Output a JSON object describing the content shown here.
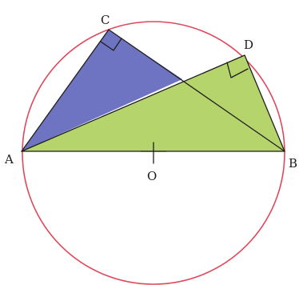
{
  "diagram": {
    "labels": {
      "A": "A",
      "B": "B",
      "C": "C",
      "D": "D",
      "O": "O"
    },
    "colors": {
      "circle": "#e0475a",
      "triangle_acb": "#6f74c2",
      "triangle_adb": "#b5d46c",
      "lines": "#1f1f1f"
    }
  }
}
